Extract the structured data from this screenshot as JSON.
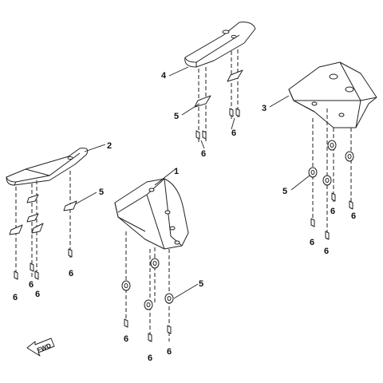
{
  "callouts": {
    "part1": "1",
    "part2": "2",
    "part3": "3",
    "part4": "4",
    "washer": "5",
    "bolt": "6"
  },
  "direction_label": "FWD"
}
